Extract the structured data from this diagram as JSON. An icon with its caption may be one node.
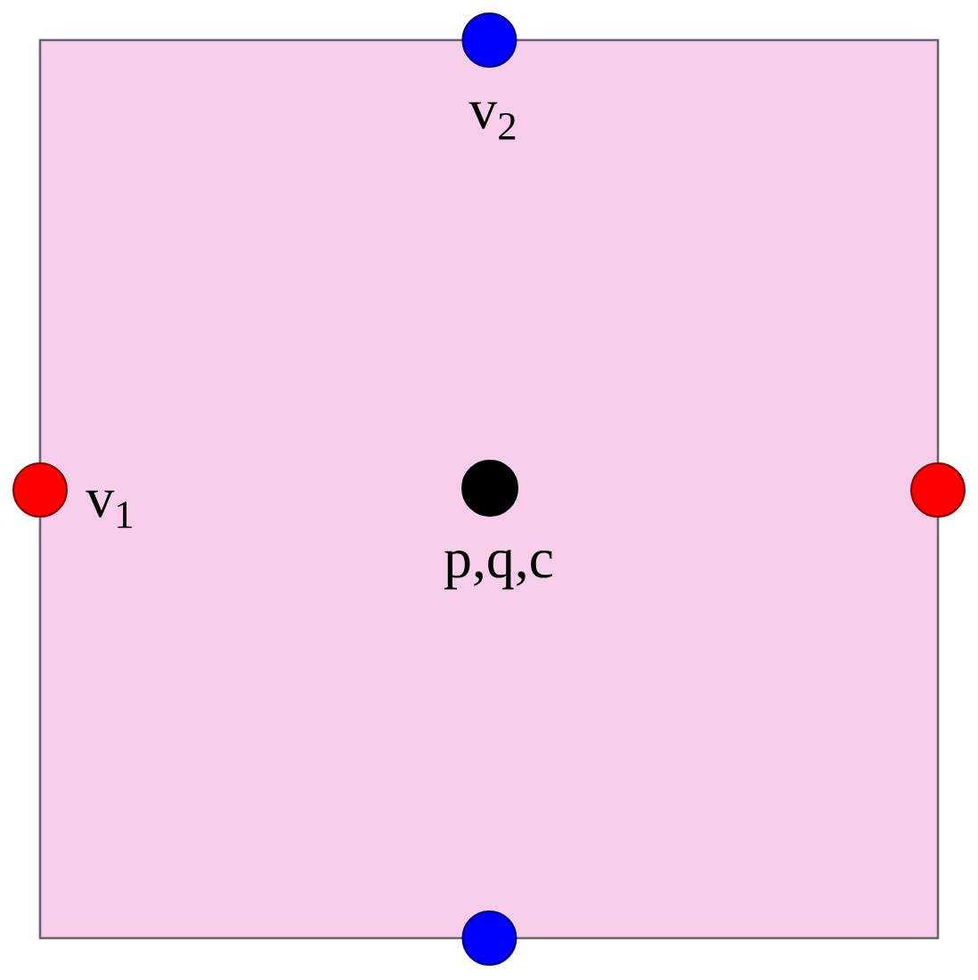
{
  "diagram": {
    "nodes": [
      {
        "text": [],
        "shape": "box"
      },
      {
        "text": [],
        "shape": "circle",
        "beside": [
          "v$_{2}$"
        ]
      },
      {
        "text": [],
        "shape": "circle",
        "beside": [
          "v$_{1}$"
        ]
      },
      {
        "text": [],
        "shape": "circle",
        "in": 0,
        "beside": [
          "p,q,c"
        ]
      },
      {
        "text": [],
        "shape": "circle"
      },
      {
        "text": [],
        "shape": "circle"
      }
    ]
  }
}
